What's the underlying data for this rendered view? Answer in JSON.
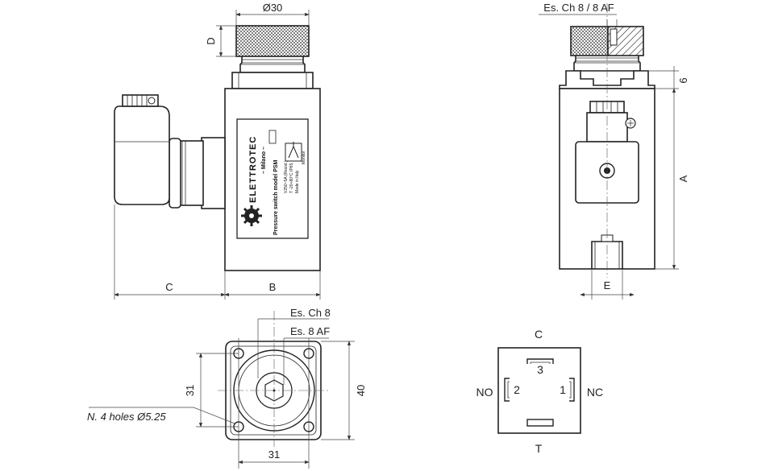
{
  "front_view": {
    "dim_diameter": "Ø30",
    "dim_d": "D",
    "dim_c": "C",
    "dim_b": "B",
    "plate": {
      "brand": "ELETTROTEC",
      "city": "– Milano –",
      "model": "Pressure switch model PSM",
      "spec1": "V250~5A (Resist.)",
      "spec2": "T -20+80°C IP65",
      "spec3": "Made in Italy"
    }
  },
  "side_view": {
    "dim_key": "Es. Ch 8 / 8 AF",
    "dim_6": "6",
    "dim_a": "A",
    "dim_e": "E"
  },
  "bottom_view": {
    "dim_key1": "Es. Ch 8",
    "dim_key2": "Es. 8 AF",
    "dim_31_left": "31",
    "dim_40": "40",
    "dim_31_bottom": "31",
    "holes_note": "N. 4 holes Ø5.25"
  },
  "connector": {
    "label_c": "C",
    "label_no": "NO",
    "label_nc": "NC",
    "label_t": "T",
    "pin1": "1",
    "pin2": "2",
    "pin3": "3"
  }
}
